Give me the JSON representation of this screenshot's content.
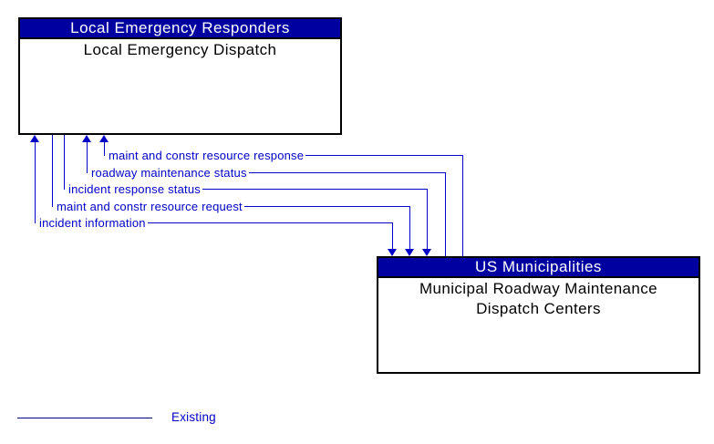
{
  "boxes": [
    {
      "header": "Local Emergency Responders",
      "body": "Local Emergency Dispatch"
    },
    {
      "header": "US Municipalities",
      "body": "Municipal Roadway Maintenance Dispatch Centers"
    }
  ],
  "flows": [
    {
      "label": "maint and constr resource response",
      "from": "Municipal Roadway Maintenance Dispatch Centers",
      "to": "Local Emergency Dispatch",
      "bidirectional": false,
      "status": "Existing"
    },
    {
      "label": "roadway maintenance status",
      "from": "Municipal Roadway Maintenance Dispatch Centers",
      "to": "Local Emergency Dispatch",
      "bidirectional": false,
      "status": "Existing"
    },
    {
      "label": "incident response status",
      "from": "Local Emergency Dispatch",
      "to": "Municipal Roadway Maintenance Dispatch Centers",
      "bidirectional": false,
      "status": "Existing"
    },
    {
      "label": "maint and constr resource request",
      "from": "Local Emergency Dispatch",
      "to": "Municipal Roadway Maintenance Dispatch Centers",
      "bidirectional": false,
      "status": "Existing"
    },
    {
      "label": "incident information",
      "from": "Local Emergency Dispatch",
      "to": "Municipal Roadway Maintenance Dispatch Centers",
      "bidirectional": true,
      "status": "Existing"
    }
  ],
  "legend": {
    "label": "Existing"
  },
  "colors": {
    "header_bg": "#0000a0",
    "header_text": "#ffffff",
    "box_border": "#000000",
    "body_text": "#000000",
    "flow_blue": "#0000c8",
    "legend_line": "#000080",
    "background": "#ffffff"
  }
}
